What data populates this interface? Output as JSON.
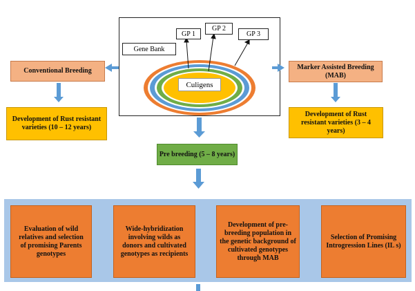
{
  "gene_bank": {
    "label": "Gene Bank",
    "gp1": "GP 1",
    "gp2": "GP 2",
    "gp3": "GP 3",
    "culigens": "Culigens"
  },
  "left_branch": {
    "title": "Conventional Breeding",
    "result": "Development of Rust resistant varieties (10 – 12 years)"
  },
  "right_branch": {
    "title": "Marker Assisted Breeding (MAB)",
    "result": "Development of Rust resistant varieties (3 – 4 years)"
  },
  "center": {
    "pre_breeding": "Pre breeding (5 – 8 years)"
  },
  "steps": [
    "Evaluation of wild relatives and selection of promising Parents genotypes",
    "Wide-hybridization involving wilds as donors and cultivated genotypes as recipients",
    "Development of pre-breeding population in the genetic background of cultivated genotypes through MAB",
    "Selection of Promising Introgression Lines (IL s)"
  ],
  "colors": {
    "ring_outer": "#ed7d31",
    "ring_blue": "#5b9bd5",
    "ring_green": "#70ad47",
    "ring_inner": "#ffc000",
    "arrow": "#5b9bd5"
  }
}
